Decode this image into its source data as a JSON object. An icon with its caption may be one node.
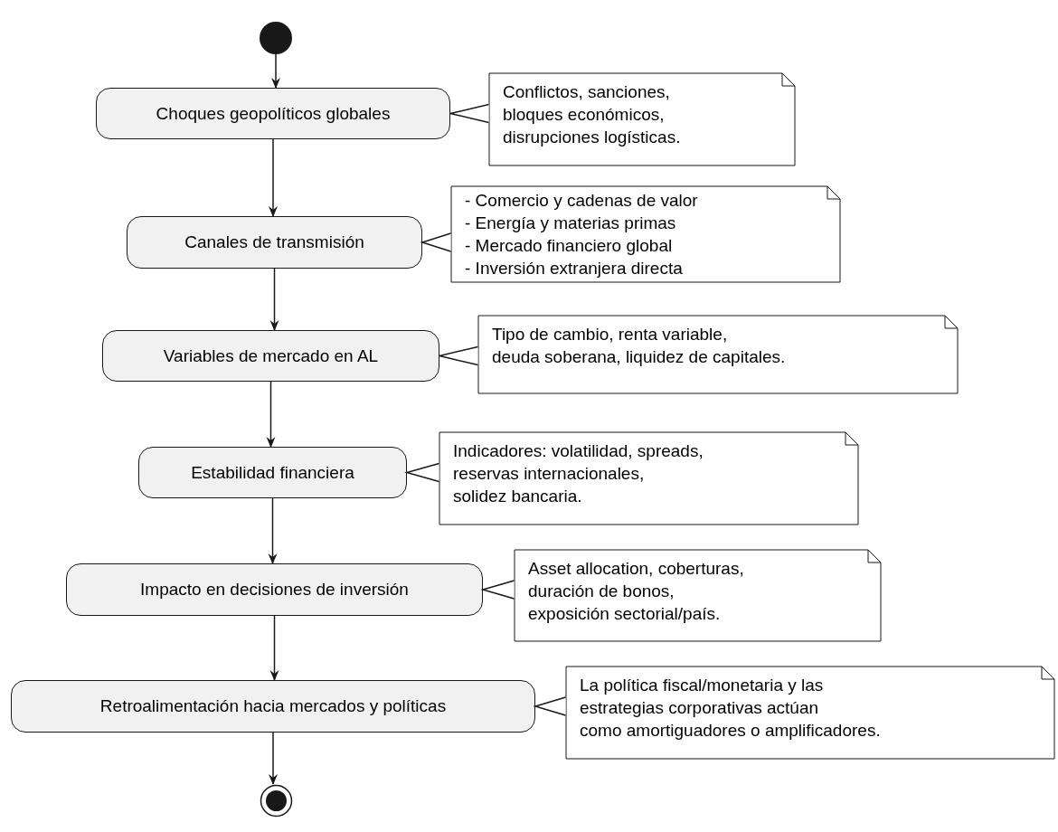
{
  "diagram": {
    "nodes": [
      {
        "text": [],
        "shape": "circle"
      },
      {
        "text": [
          "Choques geopolíticos globales"
        ]
      },
      {
        "text": [
          "Conflictos, sanciones, bloques económicos, disrupciones logísticas."
        ]
      },
      {
        "text": [
          "Canales de transmisión"
        ]
      },
      {
        "text": [
          "- Comercio y cadenas de valor",
          "- Energía y materias primas",
          "- Mercado financiero global",
          "- Inversión extranjera directa"
        ]
      },
      {
        "text": [
          "Variables de mercado en AL"
        ]
      },
      {
        "text": [
          "Tipo de cambio, renta variable, deuda soberana, liquidez de capitales."
        ]
      },
      {
        "text": [
          "Estabilidad financiera"
        ]
      },
      {
        "text": [
          "Indicadores: volatilidad, spreads, reservas internacionales, solidez bancaria."
        ]
      },
      {
        "text": [
          "Impacto en decisiones de inversión"
        ]
      },
      {
        "text": [
          "Asset allocation, coberturas, duración de bonos, exposición sectorial/país."
        ]
      },
      {
        "text": [
          "Retroalimentación hacia mercados y políticas"
        ]
      },
      {
        "text": [
          "La política fiscal/monetaria y las estrategias corporativas actúan como amortiguadores o amplificadores."
        ]
      },
      {
        "text": [],
        "shape": "circle"
      }
    ],
    "edges": [
      {
        "from": 0,
        "to": 1,
        "arrow": "to"
      },
      {
        "from": 2,
        "to": 1,
        "arrow": "to"
      },
      {
        "from": 1,
        "to": 3,
        "arrow": "to"
      },
      {
        "from": 4,
        "to": 3,
        "arrow": "to"
      },
      {
        "from": 3,
        "to": 5,
        "arrow": "to"
      },
      {
        "from": 6,
        "to": 5,
        "arrow": "to"
      },
      {
        "from": 5,
        "to": 7,
        "arrow": "to"
      },
      {
        "from": 8,
        "to": 7,
        "arrow": "to"
      },
      {
        "from": 7,
        "to": 9,
        "arrow": "to"
      },
      {
        "from": 10,
        "to": 9,
        "arrow": "to"
      },
      {
        "from": 9,
        "to": 11,
        "arrow": "to"
      },
      {
        "from": 12,
        "to": 11,
        "arrow": "to"
      },
      {
        "from": 11,
        "to": 13,
        "arrow": "to"
      }
    ]
  }
}
